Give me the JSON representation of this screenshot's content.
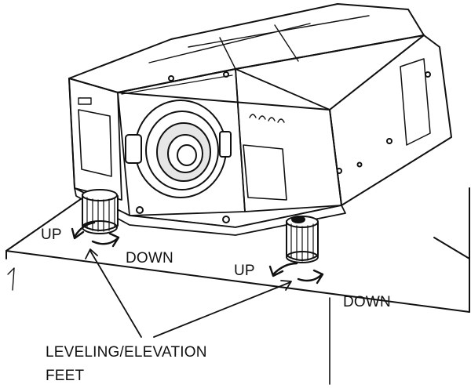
{
  "labels": {
    "up_left": "UP",
    "down_left": "DOWN",
    "up_right": "UP",
    "down_right": "DOWN",
    "feet_line1": "LEVELING/ELEVATION",
    "feet_line2": "FEET"
  },
  "colors": {
    "ink": "#111111",
    "paper": "#ffffff",
    "shade": "#e6e6e6"
  }
}
